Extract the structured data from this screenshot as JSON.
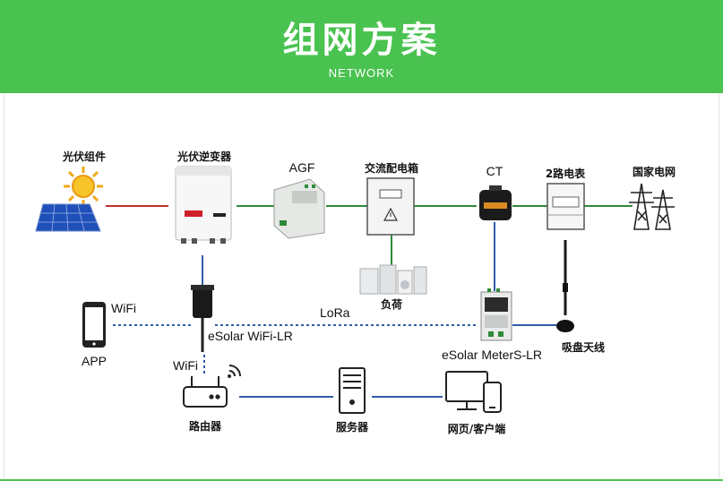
{
  "header": {
    "title": "组网方案",
    "subtitle": "NETWORK"
  },
  "labels": {
    "pv_module": "光伏组件",
    "inverter": "光伏逆变器",
    "agf": "AGF",
    "ac_box": "交流配电箱",
    "ct": "CT",
    "meter": "2路电表",
    "grid": "国家电网",
    "load": "负荷",
    "lora": "LoRa",
    "wifi_left": "WiFi",
    "app": "APP",
    "esolar_wifi": "eSolar WiFi-LR",
    "wifi_router": "WiFi",
    "esolar_meter": "eSolar MeterS-LR",
    "antenna": "吸盘天线",
    "router": "路由器",
    "server": "服务器",
    "client": "网页/客户端"
  },
  "colors": {
    "header_green": "#49c24f",
    "ac_line_red": "#c0302a",
    "ac_line_green": "#2f8a3a",
    "data_line_blue": "#2f5da8"
  },
  "icons": [
    "sun-icon",
    "solar-panel-icon",
    "inverter-icon",
    "agf-device-icon",
    "distribution-box-icon",
    "ct-clamp-icon",
    "meter-icon",
    "power-tower-icon",
    "appliances-icon",
    "phone-icon",
    "wifi-stick-icon",
    "router-icon",
    "wifi-signal-icon",
    "server-icon",
    "monitor-icon",
    "gateway-icon",
    "antenna-icon"
  ]
}
